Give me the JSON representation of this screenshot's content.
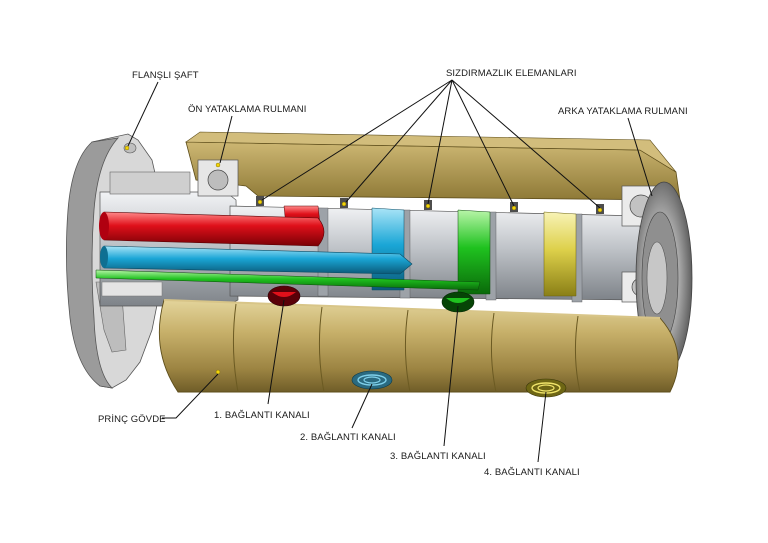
{
  "labels": {
    "flanged_shaft": "FLANŞLI ŞAFT",
    "front_bearing": "ÖN YATAKLAMA RULMANI",
    "seals": "SIZDIRMAZLIK ELEMANLARI",
    "rear_bearing": "ARKA YATAKLAMA RULMANI",
    "brass_body": "PRİNÇ GÖVDE",
    "port_1": "1. BAĞLANTI KANALI",
    "port_2": "2. BAĞLANTI KANALI",
    "port_3": "3. BAĞLANTI KANALI",
    "port_4": "4. BAĞLANTI KANALI"
  },
  "colors": {
    "brass": "#b9a15e",
    "brass_dark": "#8c7736",
    "steel": "#c9ccd0",
    "channel_red": "#e0101a",
    "channel_blue": "#1aa6d6",
    "channel_green": "#1fc21f",
    "channel_yellow": "#e6d840"
  }
}
